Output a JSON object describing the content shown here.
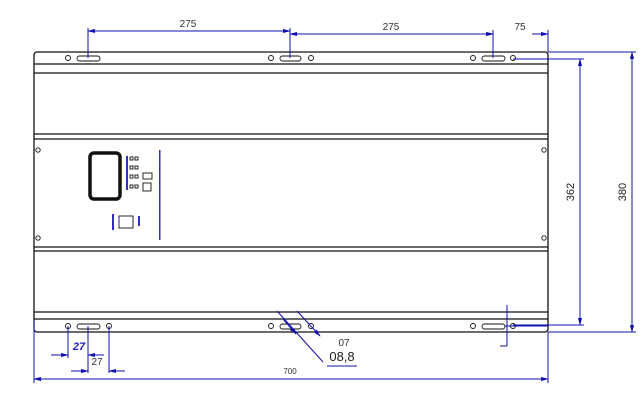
{
  "dimensions": {
    "top_spacing_1": "275",
    "top_spacing_2": "275",
    "right_offset": "75",
    "inner_height": "362",
    "outer_height": "380",
    "overall_width": "700",
    "slot_offset_blue": "27",
    "slot_offset": "27",
    "slot_width": "07",
    "slot_length": "08,8"
  },
  "colors": {
    "dimension": "#1010b0",
    "outline": "#111111"
  }
}
